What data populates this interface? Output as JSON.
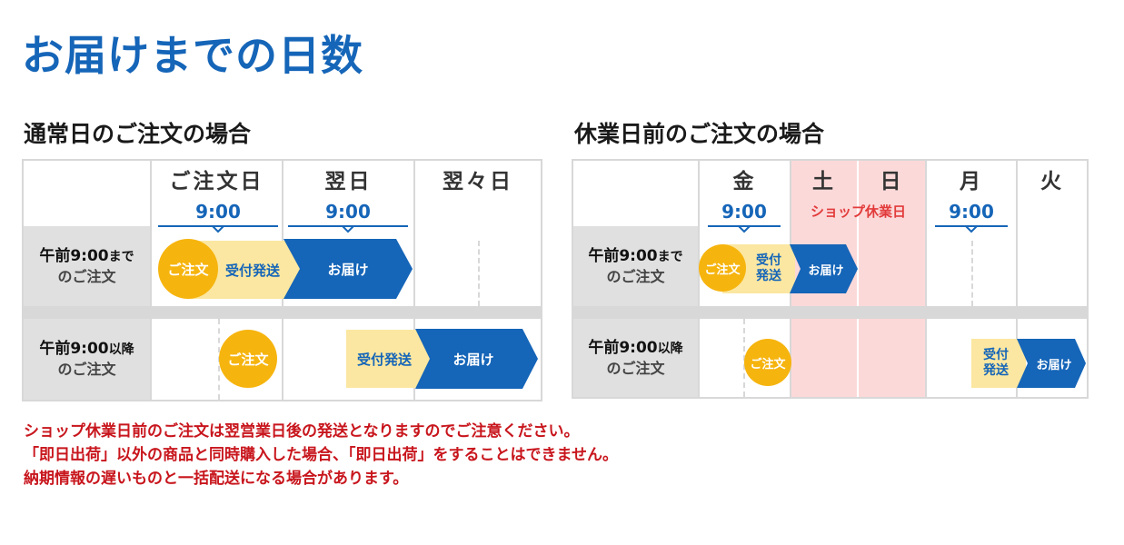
{
  "title": "お届けまでの日数",
  "left": {
    "heading": "通常日のご注文の場合",
    "columns": [
      "ご注文日",
      "翌日",
      "翌々日"
    ],
    "times": [
      "9:00",
      "9:00"
    ],
    "rows": [
      {
        "main": "午前9:00",
        "main_suffix": "まで",
        "sub": "のご注文"
      },
      {
        "main": "午前9:00",
        "main_suffix": "以降",
        "sub": "のご注文"
      }
    ],
    "row1": {
      "order": "ご注文",
      "accept": "受付発送",
      "deliver": "お届け"
    },
    "row2": {
      "order": "ご注文",
      "accept": "受付発送",
      "deliver": "お届け"
    }
  },
  "right": {
    "heading": "休業日前のご注文の場合",
    "columns": [
      "金",
      "土",
      "日",
      "月",
      "火"
    ],
    "times": [
      "9:00",
      "9:00"
    ],
    "holiday_label": "ショップ休業日",
    "rows": [
      {
        "main": "午前9:00",
        "main_suffix": "まで",
        "sub": "のご注文"
      },
      {
        "main": "午前9:00",
        "main_suffix": "以降",
        "sub": "のご注文"
      }
    ],
    "row1": {
      "order": "ご注文",
      "accept_line1": "受付",
      "accept_line2": "発送",
      "deliver": "お届け"
    },
    "row2": {
      "order": "ご注文",
      "accept_line1": "受付",
      "accept_line2": "発送",
      "deliver": "お届け"
    }
  },
  "notes": [
    "ショップ休業日前のご注文は翌営業日後の発送となりますのでご注意ください。",
    "「即日出荷」以外の商品と同時購入した場合、「即日出荷」をすることはできません。",
    "納期情報の遅いものと一括配送になる場合があります。"
  ],
  "colors": {
    "brand_blue": "#1565b8",
    "order_yellow": "#f6b40e",
    "band_yellow": "#fbe7a1",
    "holiday_pink": "#fcd9d9",
    "note_red": "#c8161d"
  }
}
